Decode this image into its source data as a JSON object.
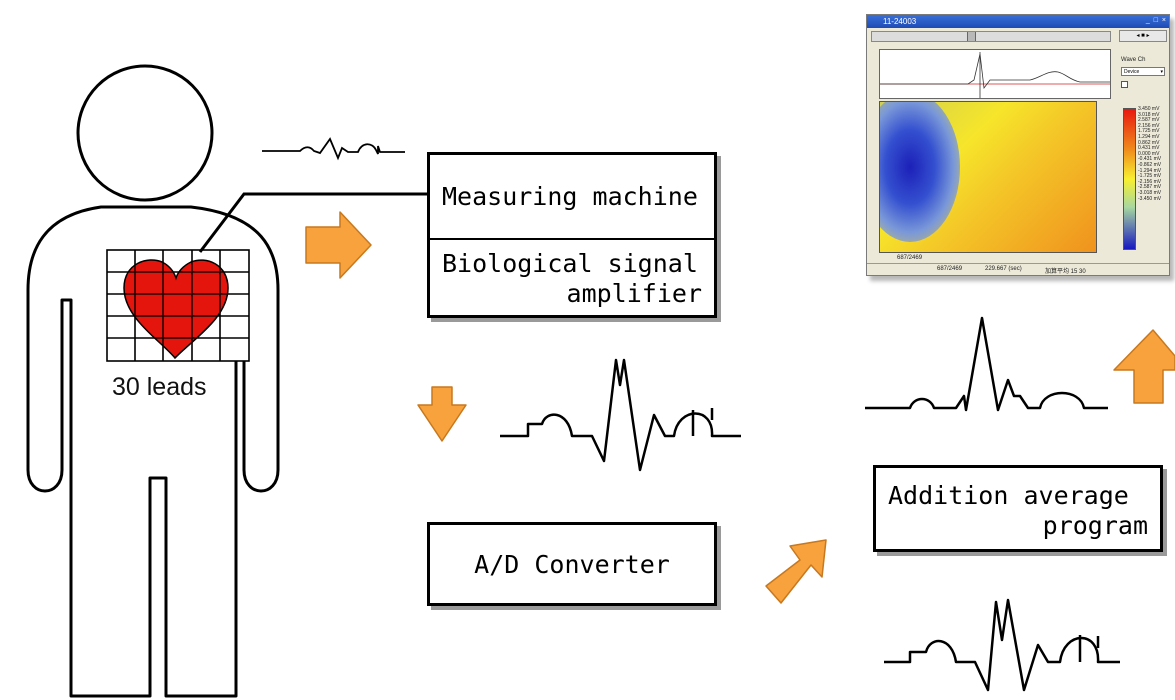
{
  "leads_label": "30 leads",
  "boxes": {
    "measuring_machine": "Measuring machine",
    "amplifier_line1": "Biological signal",
    "amplifier_line2": "amplifier",
    "ad_converter": "A/D Converter",
    "addition_line1": "Addition average",
    "addition_line2": "program"
  },
  "screenshot": {
    "title": "11-24003",
    "status_left": "687/2469",
    "status_frame": "687/2469",
    "status_time": "229.667 (sec)",
    "status_mode": "加算平均 15 30",
    "wave_ch_label": "Wave Ch",
    "select_value": "Device",
    "colorbar_labels": [
      "3.450 mV",
      "3.018 mV",
      "2.587 mV",
      "2.156 mV",
      "1.725 mV",
      "1.294 mV",
      "0.862 mV",
      "0.431 mV",
      "0.000 mV",
      "-0.431 mV",
      "-0.862 mV",
      "-1.294 mV",
      "-1.725 mV",
      "-2.156 mV",
      "-2.587 mV",
      "-3.018 mV",
      "-3.450 mV"
    ]
  },
  "colors": {
    "arrow": "#F7A23C",
    "arrow_stroke": "#C8781E",
    "heart": "#E3150D",
    "heatmap_blue": "#2030C0",
    "heatmap_yellow": "#F5E830",
    "heatmap_orange": "#F08A1C"
  }
}
